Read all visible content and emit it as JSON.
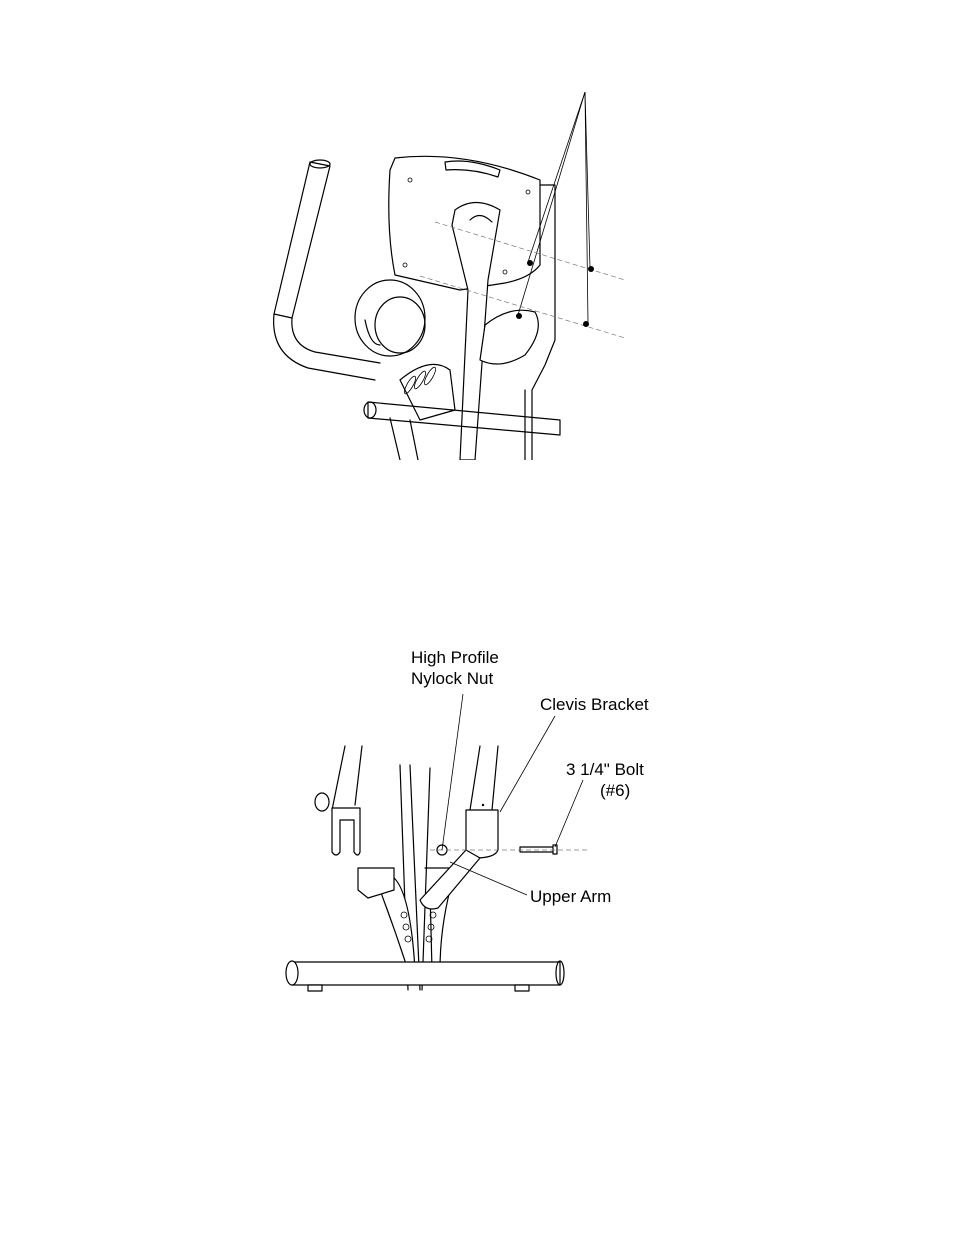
{
  "page": {
    "background": "#ffffff",
    "line_color": "#000000"
  },
  "figure_top": {
    "description": "Console and upper handlebar assembly of elliptical trainer, exploded view with four fasteners and leader lines",
    "labels": []
  },
  "figure_bottom": {
    "description": "Lower frame with upper arm attaching to clevis bracket via bolt and nut",
    "labels": {
      "nut_line1": "High Profile",
      "nut_line2": "Nylock Nut",
      "clevis": "Clevis Bracket",
      "bolt_line1": "3 1/4\" Bolt",
      "bolt_line2": "(#6)",
      "upper_arm": "Upper Arm"
    }
  }
}
